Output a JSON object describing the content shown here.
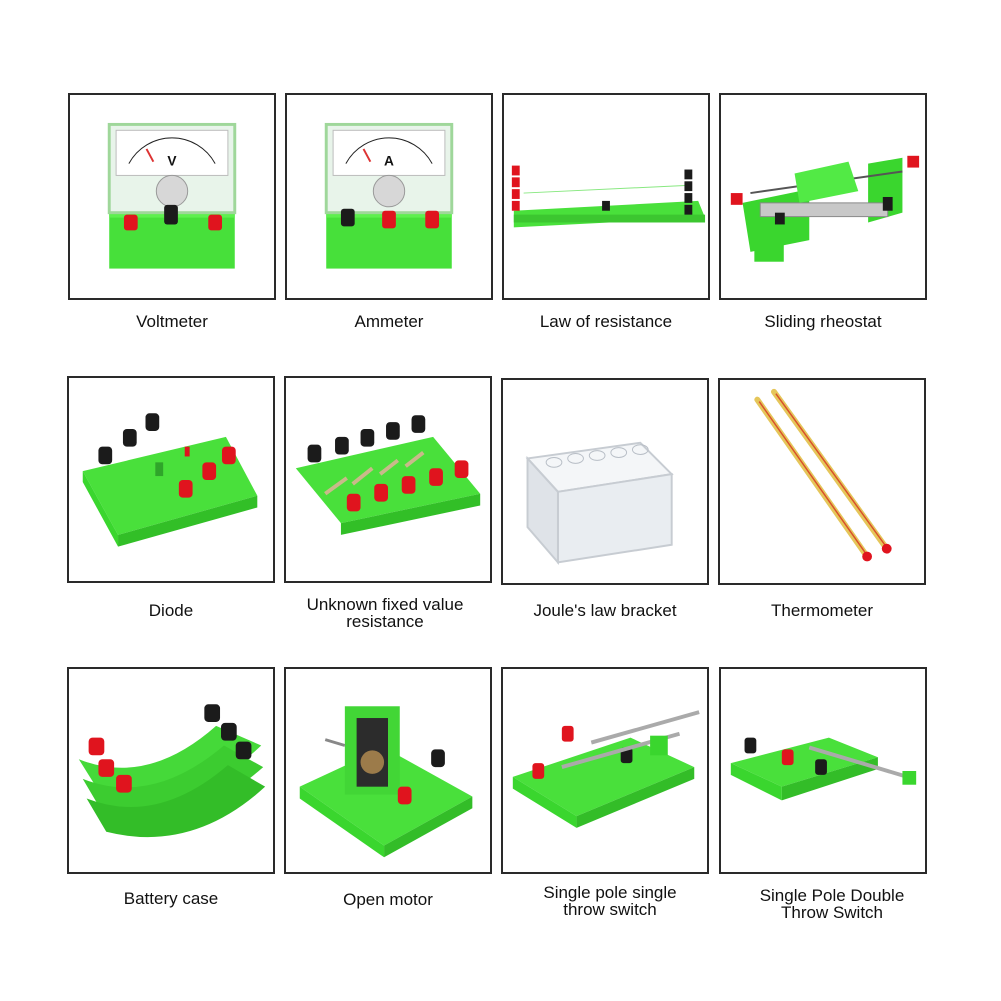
{
  "items": [
    {
      "label": "Voltmeter",
      "icon": "voltmeter-icon"
    },
    {
      "label": "Ammeter",
      "icon": "ammeter-icon"
    },
    {
      "label": "Law of resistance",
      "icon": "law-of-resistance-board-icon"
    },
    {
      "label": "Sliding rheostat",
      "icon": "sliding-rheostat-icon"
    },
    {
      "label": "Diode",
      "icon": "diode-board-icon"
    },
    {
      "label": "Unknown fixed value resistance",
      "icon": "resistance-board-icon"
    },
    {
      "label": "Joule's law bracket",
      "icon": "joule-bracket-icon"
    },
    {
      "label": "Thermometer",
      "icon": "thermometer-icon"
    },
    {
      "label": "Battery case",
      "icon": "battery-case-icon"
    },
    {
      "label": "Open motor",
      "icon": "open-motor-icon"
    },
    {
      "label": "Single pole single throw switch",
      "icon": "spst-switch-icon"
    },
    {
      "label": "Single Pole Double Throw Switch",
      "icon": "spdt-switch-icon"
    }
  ],
  "dial_labels": {
    "voltmeter_symbol": "V",
    "ammeter_symbol": "A"
  },
  "colors": {
    "board_green": "#4be23c",
    "terminal_red": "#e0141e",
    "terminal_black": "#1b1b1b",
    "frame": "#2a2a2a"
  }
}
